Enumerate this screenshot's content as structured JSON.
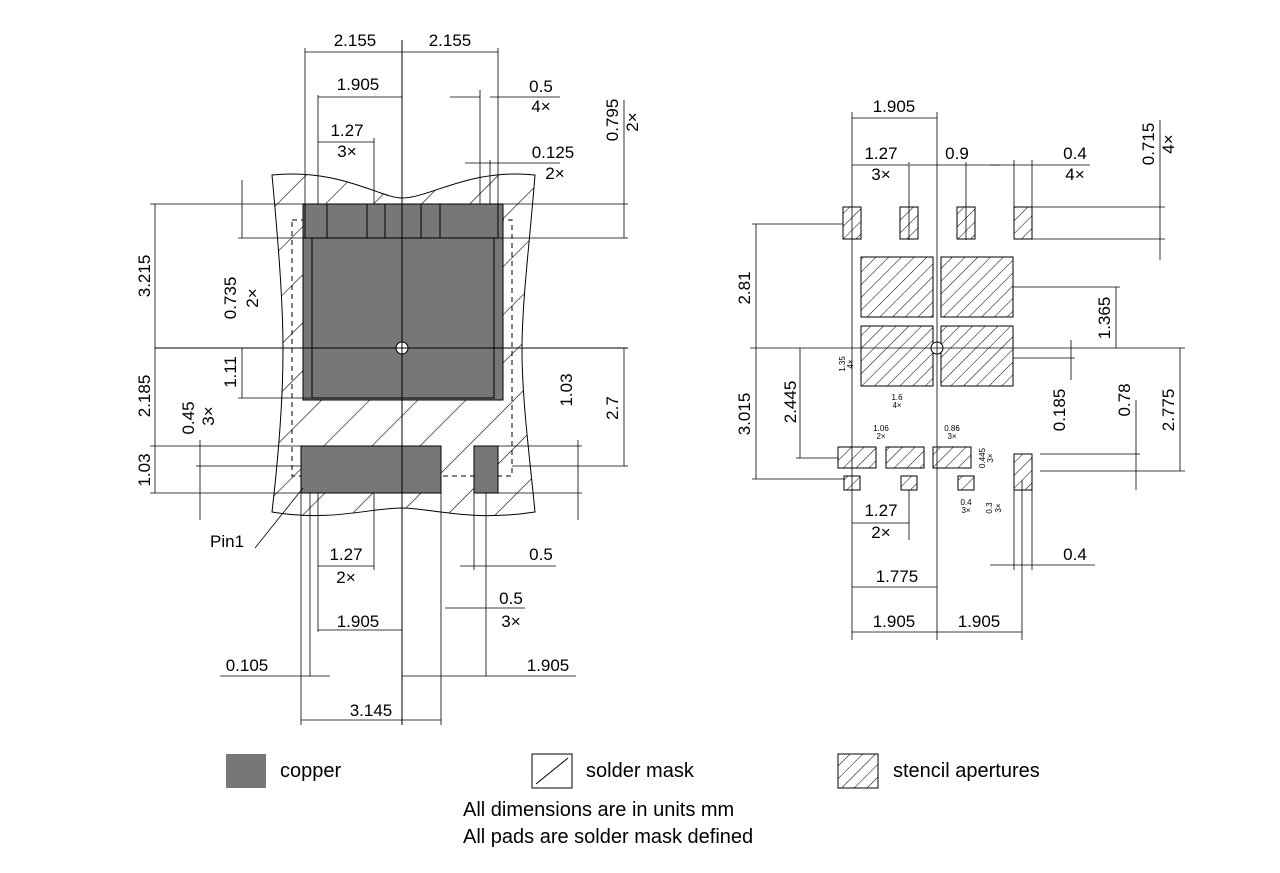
{
  "colors": {
    "copper": "#777777",
    "line": "#000000",
    "background": "#ffffff"
  },
  "left": {
    "top1": "2.155",
    "top2": "2.155",
    "w1905": "1.905",
    "d05": "0.5",
    "x4": "4×",
    "d127": "1.27",
    "x3": "3×",
    "d0125": "0.125",
    "x2": "2×",
    "d0795": "0.795",
    "x2b": "2×",
    "d3215": "3.215",
    "d0735": "0.735",
    "x2c": "2×",
    "d111": "1.11",
    "d2185": "2.185",
    "d045": "0.45",
    "x3b": "3×",
    "d103l": "1.03",
    "d103r": "1.03",
    "d27": "2.7",
    "pin1": "Pin1",
    "b127": "1.27",
    "bx2": "2×",
    "b05": "0.5",
    "b05b": "0.5",
    "bx3": "3×",
    "b1905": "1.905",
    "b0105": "0.105",
    "b1905r": "1.905",
    "b3145": "3.145"
  },
  "right": {
    "t1905": "1.905",
    "t127": "1.27",
    "tx3": "3×",
    "t09": "0.9",
    "t04": "0.4",
    "tx4": "4×",
    "t0715": "0.715",
    "tx4b": "4×",
    "d281": "2.81",
    "d1365": "1.365",
    "d3015": "3.015",
    "d2445": "2.445",
    "d0185": "0.185",
    "d078": "0.78",
    "d2775": "2.775",
    "s135": "1.35",
    "sx4": "4×",
    "s16": "1.6",
    "sx4b": "4×",
    "s106": "1.06",
    "sx2": "2×",
    "s086": "0.86",
    "sx3": "3×",
    "s0445": "0.445",
    "sx3b": "3×",
    "s04": "0.4",
    "sx3c": "3×",
    "s03": "0.3",
    "sx3d": "3×",
    "b127": "1.27",
    "bx2": "2×",
    "b04": "0.4",
    "b1775": "1.775",
    "b1905a": "1.905",
    "b1905b": "1.905"
  },
  "legend": {
    "copper": "copper",
    "solder_mask": "solder mask",
    "stencil": "stencil apertures"
  },
  "notes": {
    "line1": "All dimensions are in units mm",
    "line2": "All pads are solder mask defined"
  }
}
